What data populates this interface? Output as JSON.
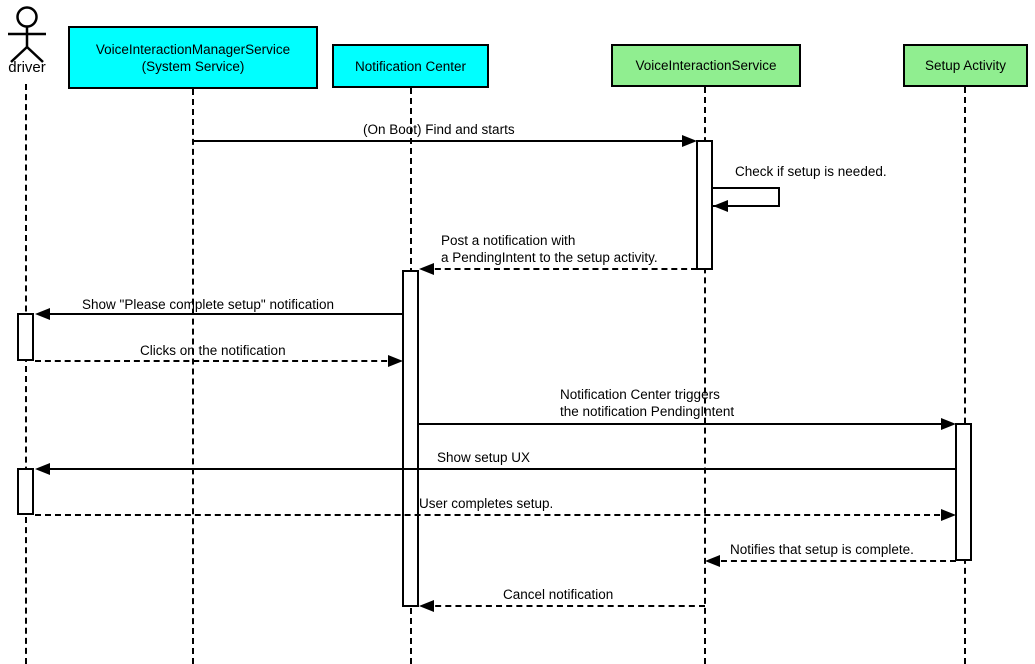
{
  "diagram": {
    "kind": "uml-sequence-diagram"
  },
  "participants": [
    {
      "id": "driver",
      "label": "driver",
      "kind": "actor"
    },
    {
      "id": "voice-interaction-manager-service",
      "label": "VoiceInteractionManagerService\n(System Service)",
      "kind": "box",
      "fill": "#00FFFF"
    },
    {
      "id": "notification-center",
      "label": "Notification Center",
      "kind": "box",
      "fill": "#00FFFF"
    },
    {
      "id": "voice-interaction-service",
      "label": "VoiceInteractionService",
      "kind": "box",
      "fill": "#90EE90"
    },
    {
      "id": "setup-activity",
      "label": "Setup Activity",
      "kind": "box",
      "fill": "#90EE90"
    }
  ],
  "messages": [
    {
      "text": "(On Boot) Find and starts",
      "from": "VoiceInteractionManagerService (System Service)",
      "to": "VoiceInteractionService",
      "line": "solid"
    },
    {
      "text": "Check if setup is needed.",
      "from": "VoiceInteractionService",
      "to": "VoiceInteractionService",
      "line": "solid",
      "self": true
    },
    {
      "text": "Post a notification with\na PendingIntent to the setup activity.",
      "from": "VoiceInteractionService",
      "to": "Notification Center",
      "line": "dashed"
    },
    {
      "text": "Show \"Please complete setup\" notification",
      "from": "Notification Center",
      "to": "driver",
      "line": "solid"
    },
    {
      "text": "Clicks on the notification",
      "from": "driver",
      "to": "Notification Center",
      "line": "dashed"
    },
    {
      "text": "Notification Center triggers\nthe notification PendingIntent",
      "from": "Notification Center",
      "to": "Setup Activity",
      "line": "solid"
    },
    {
      "text": "Show setup UX",
      "from": "Setup Activity",
      "to": "driver",
      "line": "solid"
    },
    {
      "text": "User completes setup.",
      "from": "driver",
      "to": "Setup Activity",
      "line": "dashed"
    },
    {
      "text": "Notifies that setup is complete.",
      "from": "Setup Activity",
      "to": "VoiceInteractionService",
      "line": "dashed"
    },
    {
      "text": "Cancel notification",
      "from": "VoiceInteractionService",
      "to": "Notification Center",
      "line": "dashed"
    }
  ],
  "colors": {
    "cyan_participant": "#00FFFF",
    "green_participant": "#90EE90",
    "line": "#000000",
    "background": "#FFFFFF"
  }
}
